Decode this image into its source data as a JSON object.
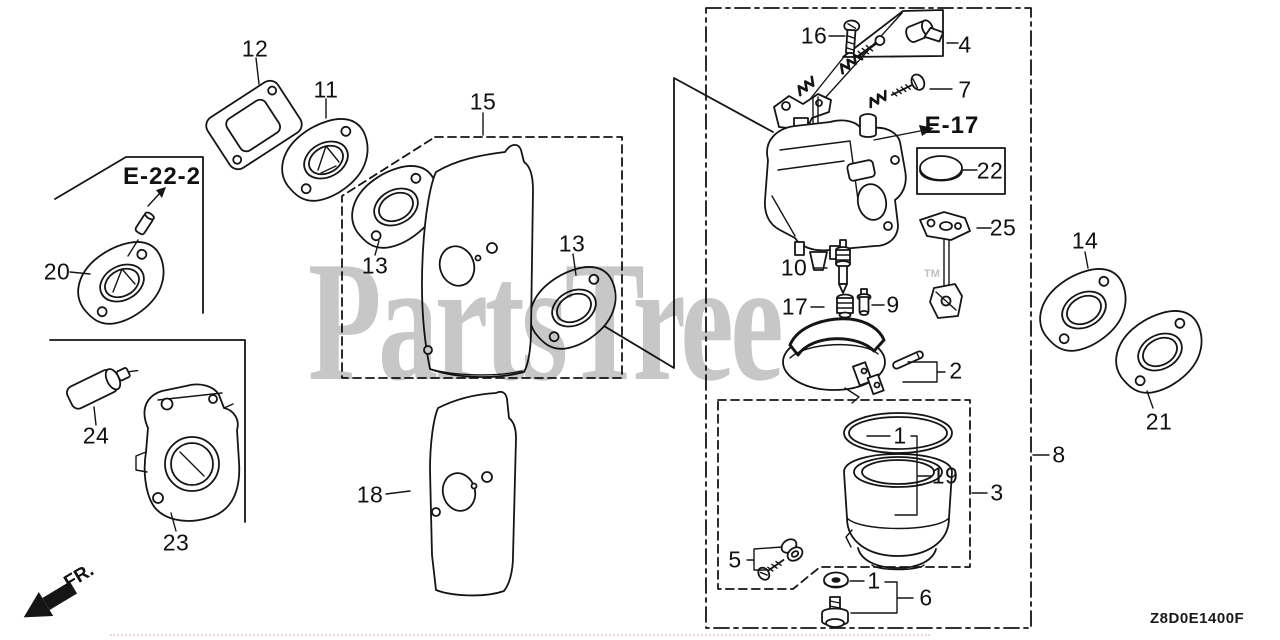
{
  "watermark": {
    "text": "PartsTree",
    "tm": "TM"
  },
  "footer": {
    "front_label": "FR.",
    "diagram_code": "Z8D0E1400F"
  },
  "section_refs": {
    "e22": "E-22-2",
    "e17": "E-17"
  },
  "callouts": {
    "1": "1",
    "2": "2",
    "3": "3",
    "4": "4",
    "5": "5",
    "6": "6",
    "7": "7",
    "8": "8",
    "9": "9",
    "10": "10",
    "11": "11",
    "12": "12",
    "13": "13",
    "14": "14",
    "15": "15",
    "16": "16",
    "17": "17",
    "18": "18",
    "19": "19",
    "20": "20",
    "21": "21",
    "22": "22",
    "23": "23",
    "24": "24",
    "25": "25"
  }
}
